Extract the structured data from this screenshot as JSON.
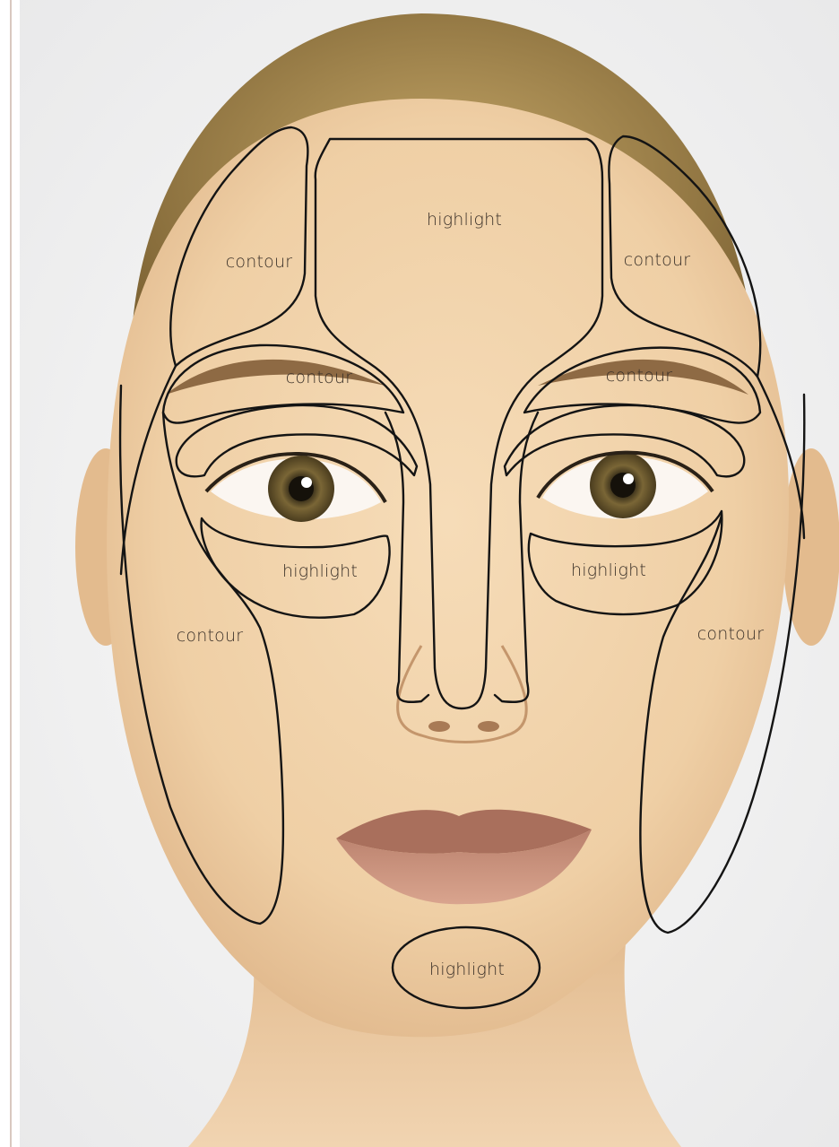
{
  "labels": {
    "forehead": "highlight",
    "temple_left": "contour",
    "temple_right": "contour",
    "brow_left": "contour",
    "brow_right": "contour",
    "under_eye_left": "highlight",
    "under_eye_right": "highlight",
    "cheek_left": "contour",
    "cheek_right": "contour",
    "chin": "highlight"
  },
  "colors": {
    "outline": "#141414",
    "label_text": "#3a3028",
    "background": "#f4f3f2",
    "skin": "#f0d3ae",
    "hair": "#a8884c",
    "lips": "#c98f7d",
    "iris": "#6b5a32"
  }
}
